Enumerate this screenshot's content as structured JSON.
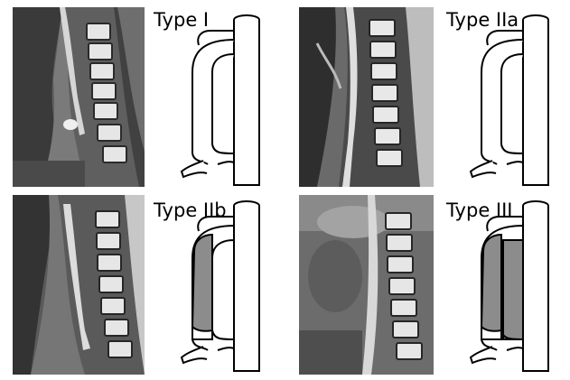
{
  "panels": [
    {
      "label": "Type I",
      "variant": "I"
    },
    {
      "label": "Type IIa",
      "variant": "IIa"
    },
    {
      "label": "Type IIb",
      "variant": "IIb"
    },
    {
      "label": "Type III",
      "variant": "III"
    }
  ],
  "colors": {
    "background": "#ffffff",
    "outline": "#000000",
    "lumen_fill": "#ffffff",
    "filled_fill": "#8c8c8c",
    "ct_dark": "#1e1e1e",
    "ct_mid": "#777777",
    "ct_bright": "#e8e8e8"
  }
}
